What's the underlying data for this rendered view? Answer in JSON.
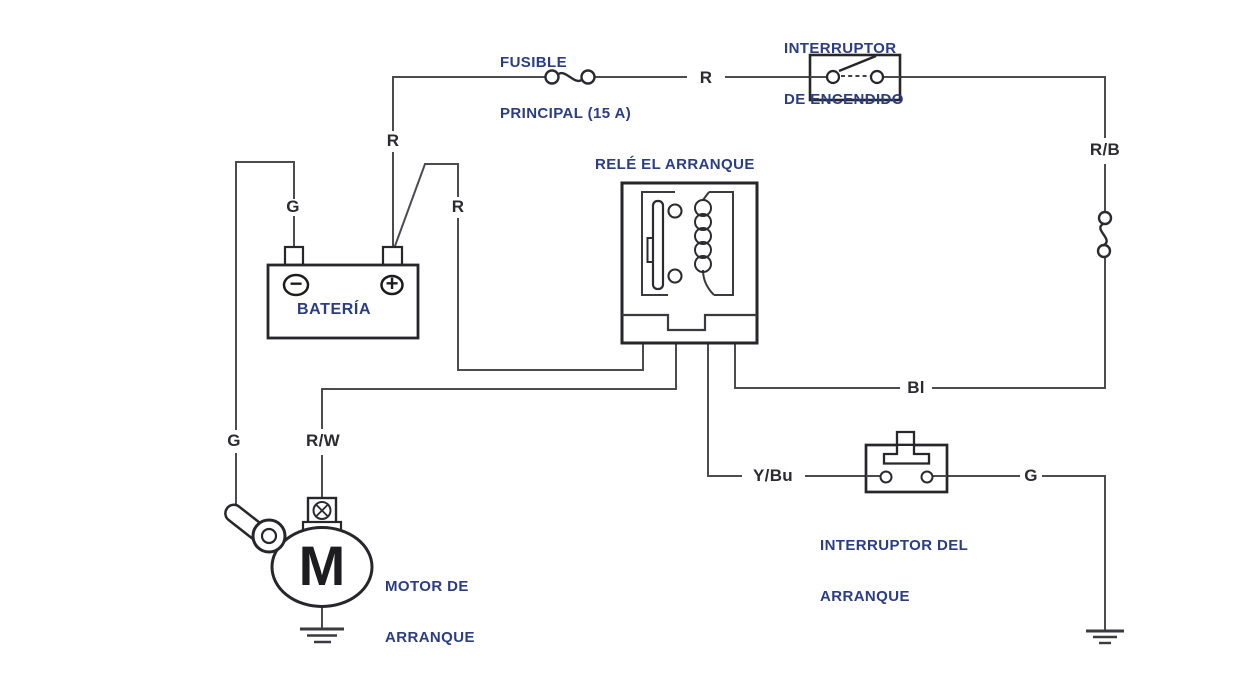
{
  "diagram": {
    "title_blocks": {
      "main_fuse_line1": "FUSIBLE",
      "main_fuse_line2": "PRINCIPAL (15 A)",
      "ignition_switch_line1": "INTERRUPTOR",
      "ignition_switch_line2": "DE ENCENDIDO",
      "starter_relay": "RELÉ EL ARRANQUE",
      "battery": "BATERÍA",
      "starter_motor_line1": "MOTOR DE",
      "starter_motor_line2": "ARRANQUE",
      "starter_switch_line1": "INTERRUPTOR DEL",
      "starter_switch_line2": "ARRANQUE"
    },
    "wire_labels": {
      "top_feed_r": "R",
      "battery_positive_drop_r": "R",
      "relay_feed_r": "R",
      "battery_negative_g": "G",
      "frame_ground_g": "G",
      "ignition_output_rb": "R/B",
      "relay_coil_power_bl": "Bl",
      "starter_motor_rw": "R/W",
      "relay_to_switch_ybu": "Y/Bu",
      "switch_ground_g": "G"
    },
    "symbols": {
      "motor_m": "M",
      "battery_minus": "−",
      "battery_plus": "+"
    },
    "colors": {
      "component_label_blue": "#2a3d85",
      "wire_label_dark": "#2b2b30",
      "wire_gray": "#4b4b52",
      "outline_dark": "#26262b",
      "background": "#ffffff"
    }
  }
}
